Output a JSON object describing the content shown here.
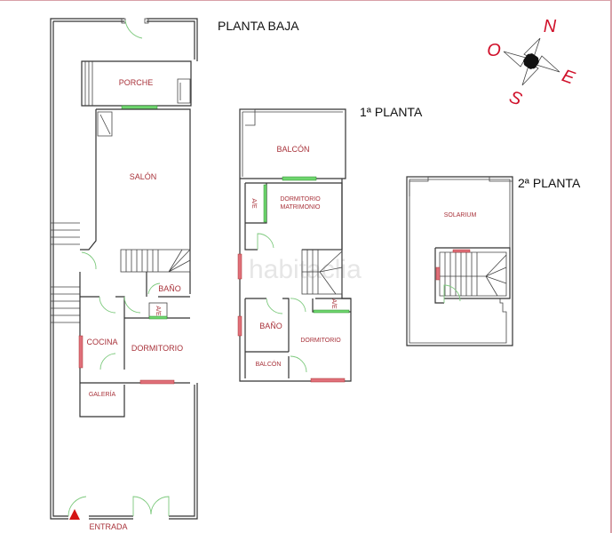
{
  "titles": {
    "ground": "PLANTA BAJA",
    "first": "1ª PLANTA",
    "second": "2ª PLANTA"
  },
  "ground_rooms": {
    "porche": "PORCHE",
    "salon": "SALÓN",
    "bano": "BAÑO",
    "ae": "A/E",
    "cocina": "COCINA",
    "dormitorio": "DORMITORIO",
    "galeria": "GALERÍA",
    "entrada": "ENTRADA"
  },
  "first_rooms": {
    "balcon": "BALCÓN",
    "dormitorio_matrimonio_1": "DORMITORIO",
    "dormitorio_matrimonio_2": "MATRIMONIO",
    "ae1": "A/E",
    "ae2": "A/E",
    "bano": "BAÑO",
    "dormitorio": "DORMITORIO",
    "balcon_small": "BALCÓN"
  },
  "second_rooms": {
    "solarium": "SOLARIUM"
  },
  "compass": {
    "n": "N",
    "s": "S",
    "e": "E",
    "o": "O"
  },
  "watermark": "habitaclia",
  "colors": {
    "label": "#a8323a",
    "compass": "#d0102a",
    "door": "#7cc97c",
    "window_green": "#6fd66f",
    "window_red": "#e0707a"
  }
}
